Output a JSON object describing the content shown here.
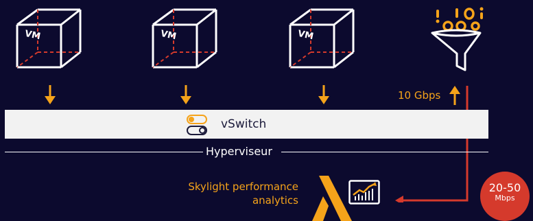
{
  "colors": {
    "background": "#0c0a2e",
    "accent_orange": "#f5a31a",
    "accent_red": "#d53a2c",
    "vswitch_bar": "#f2f2f2",
    "line_white": "#ffffff"
  },
  "vms": [
    {
      "label": "VM"
    },
    {
      "label": "VM"
    },
    {
      "label": "VM"
    }
  ],
  "vswitch": {
    "label": "vSwitch",
    "icon": "toggle-icon"
  },
  "hypervisor": {
    "label": "Hyperviseur"
  },
  "tap": {
    "rate": "10 Gbps",
    "icon": "funnel-icon"
  },
  "skylight": {
    "line1": "Skylight performance",
    "line2": "analytics",
    "icons": [
      "lambda-logo-icon",
      "trend-chart-icon"
    ]
  },
  "output": {
    "value": "20-50",
    "unit": "Mbps"
  }
}
